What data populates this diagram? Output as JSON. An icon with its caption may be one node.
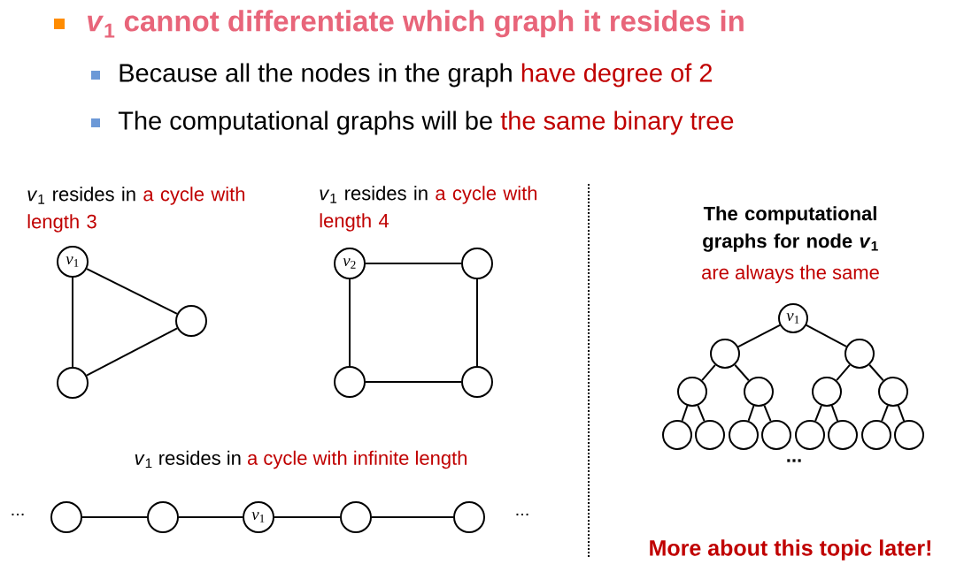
{
  "diagram": {
    "title": "*v*$_{1}$ cannot differentiate which graph it resides in",
    "nodes": [
      {
        "text": [
          "*v*$_{1}$"
        ]
      },
      {
        "text": [],
        "shape": "circle"
      },
      {
        "text": [],
        "shape": "circle"
      },
      {
        "text": [
          "*v*$_{2}$"
        ]
      },
      {
        "text": [],
        "shape": "circle"
      },
      {
        "text": [],
        "shape": "circle"
      },
      {
        "text": [],
        "shape": "circle"
      },
      {
        "text": [
          "*v*$_{1}$"
        ]
      },
      {
        "text": [],
        "shape": "circle"
      },
      {
        "text": [],
        "shape": "circle"
      },
      {
        "text": [],
        "shape": "circle"
      },
      {
        "text": [],
        "shape": "circle"
      },
      {
        "text": [],
        "shape": "circle"
      },
      {
        "text": [],
        "shape": "circle"
      },
      {
        "text": [],
        "shape": "circle"
      },
      {
        "text": [],
        "shape": "circle"
      },
      {
        "text": [],
        "shape": "circle"
      },
      {
        "text": [],
        "shape": "circle"
      },
      {
        "text": [],
        "shape": "circle"
      },
      {
        "text": [],
        "shape": "circle"
      },
      {
        "text": [],
        "shape": "circle"
      },
      {
        "text": [],
        "shape": "circle"
      },
      {
        "text": [],
        "shape": "circle"
      },
      {
        "text": [],
        "shape": "circle"
      },
      {
        "text": [
          "*v*$_{1}$"
        ]
      },
      {
        "text": [],
        "shape": "circle"
      },
      {
        "text": [],
        "shape": "circle"
      }
    ],
    "edges": [
      {
        "from": 0,
        "to": 1,
        "arrow": "none"
      },
      {
        "from": 0,
        "to": 2,
        "arrow": "none"
      },
      {
        "from": 1,
        "to": 2,
        "arrow": "none"
      },
      {
        "from": 3,
        "to": 4,
        "arrow": "none"
      },
      {
        "from": 3,
        "to": 5,
        "arrow": "none"
      },
      {
        "from": 4,
        "to": 6,
        "arrow": "none"
      },
      {
        "from": 5,
        "to": 6,
        "arrow": "none"
      },
      {
        "from": 7,
        "to": 8,
        "arrow": "none"
      },
      {
        "from": 7,
        "to": 9,
        "arrow": "none"
      },
      {
        "from": 8,
        "to": 10,
        "arrow": "none"
      },
      {
        "from": 8,
        "to": 11,
        "arrow": "none"
      },
      {
        "from": 9,
        "to": 12,
        "arrow": "none"
      },
      {
        "from": 9,
        "to": 13,
        "arrow": "none"
      },
      {
        "from": 10,
        "to": 14,
        "arrow": "none"
      },
      {
        "from": 10,
        "to": 15,
        "arrow": "none"
      },
      {
        "from": 11,
        "to": 16,
        "arrow": "none"
      },
      {
        "from": 11,
        "to": 17,
        "arrow": "none"
      },
      {
        "from": 12,
        "to": 18,
        "arrow": "none"
      },
      {
        "from": 12,
        "to": 19,
        "arrow": "none"
      },
      {
        "from": 13,
        "to": 20,
        "arrow": "none"
      },
      {
        "from": 13,
        "to": 21,
        "arrow": "none"
      },
      {
        "from": 22,
        "to": 23,
        "arrow": "none"
      },
      {
        "from": 23,
        "to": 24,
        "arrow": "none"
      },
      {
        "from": 24,
        "to": 25,
        "arrow": "none"
      },
      {
        "from": 25,
        "to": 26,
        "arrow": "none"
      }
    ],
    "labels": [
      "Because all the nodes in the graph",
      "have degree of 2",
      "The computational graphs will be",
      "the same binary tree",
      "*v*$_{1}$ resides in",
      "a cycle with length 3",
      "*v*$_{1}$ resides in",
      "a cycle with length 4",
      "The computational graphs for node *v*$_{1}$",
      "are always the same",
      "...",
      "*v*$_{1}$ resides in",
      "a cycle with infinite length",
      "...",
      "...",
      "More about this topic later!"
    ]
  }
}
